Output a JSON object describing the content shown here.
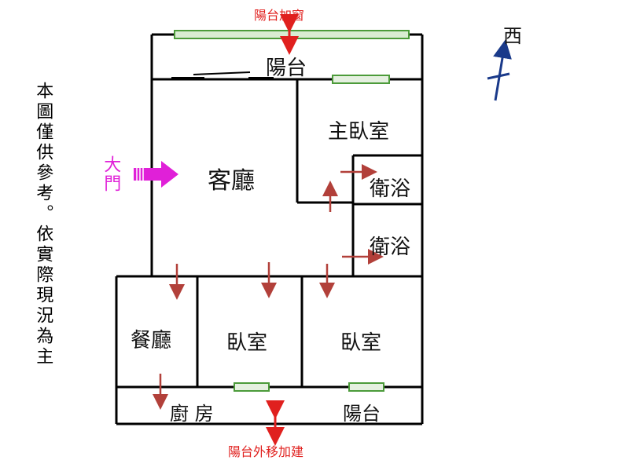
{
  "annotations": {
    "top_label": "陽台加窗",
    "bottom_label": "陽台外移加建",
    "disclaimer": "本圖僅供參考。依實際現況為主",
    "entrance": "大門",
    "compass": "西"
  },
  "rooms": {
    "balcony_top": "陽台",
    "living_room": "客廳",
    "master_bedroom": "主臥室",
    "bath_1": "衛浴",
    "bath_2": "衛浴",
    "dining_room": "餐廳",
    "bedroom_1": "臥室",
    "bedroom_2": "臥室",
    "kitchen": "廚 房",
    "balcony_bottom": "陽台"
  },
  "colors": {
    "wall": "#000000",
    "arrow_door": "#b2403a",
    "arrow_annotation": "#e0201e",
    "entrance": "#e020d8",
    "compass": "#1a3a8a",
    "window": "#4c9b3a"
  }
}
